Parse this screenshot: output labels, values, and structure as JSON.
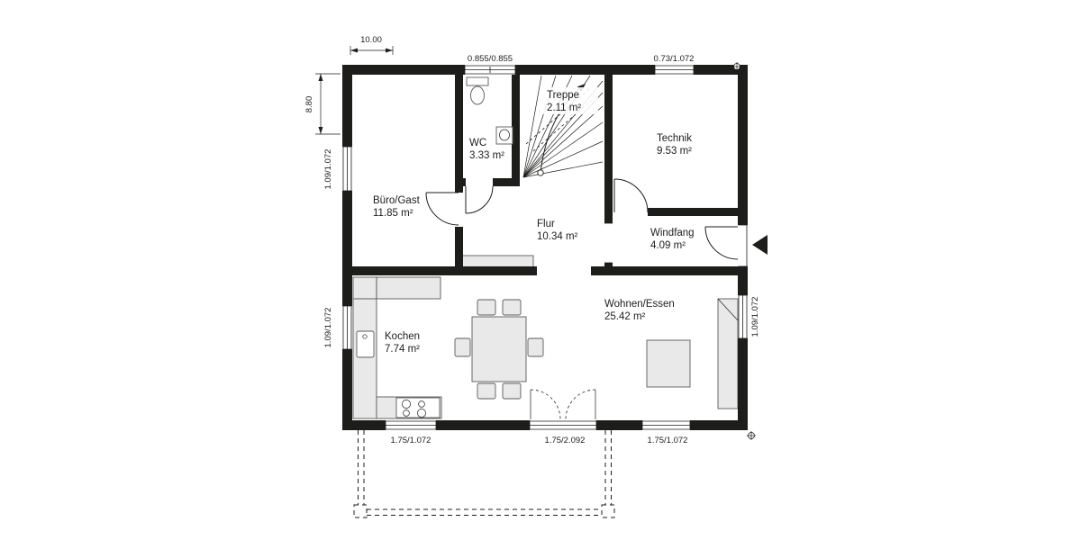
{
  "plan": {
    "rooms": {
      "buero": {
        "name": "Büro/Gast",
        "area": "11.85 m²"
      },
      "wc": {
        "name": "WC",
        "area": "3.33 m²"
      },
      "treppe": {
        "name": "Treppe",
        "area": "2.11 m²"
      },
      "technik": {
        "name": "Technik",
        "area": "9.53 m²"
      },
      "flur": {
        "name": "Flur",
        "area": "10.34 m²"
      },
      "windfang": {
        "name": "Windfang",
        "area": "4.09 m²"
      },
      "kochen": {
        "name": "Kochen",
        "area": "7.74 m²"
      },
      "wohnen": {
        "name": "Wohnen/Essen",
        "area": "25.42 m²"
      }
    },
    "dimensions": {
      "overall_width": "10.00",
      "overall_depth": "8.80",
      "window_top_wc": "0.855/0.855",
      "window_top_technik": "0.73/1.072",
      "window_left_upper": "1.09/1.072",
      "window_left_lower": "1.09/1.072",
      "window_right": "1.09/1.072",
      "window_bottom_left": "1.75/1.072",
      "door_bottom_middle": "1.75/2.092",
      "window_bottom_right": "1.75/1.072"
    },
    "colors": {
      "wall": "#1d1d1b",
      "line": "#1d1d1b",
      "furniture_fill": "#e9e9e9",
      "background": "#ffffff"
    }
  }
}
